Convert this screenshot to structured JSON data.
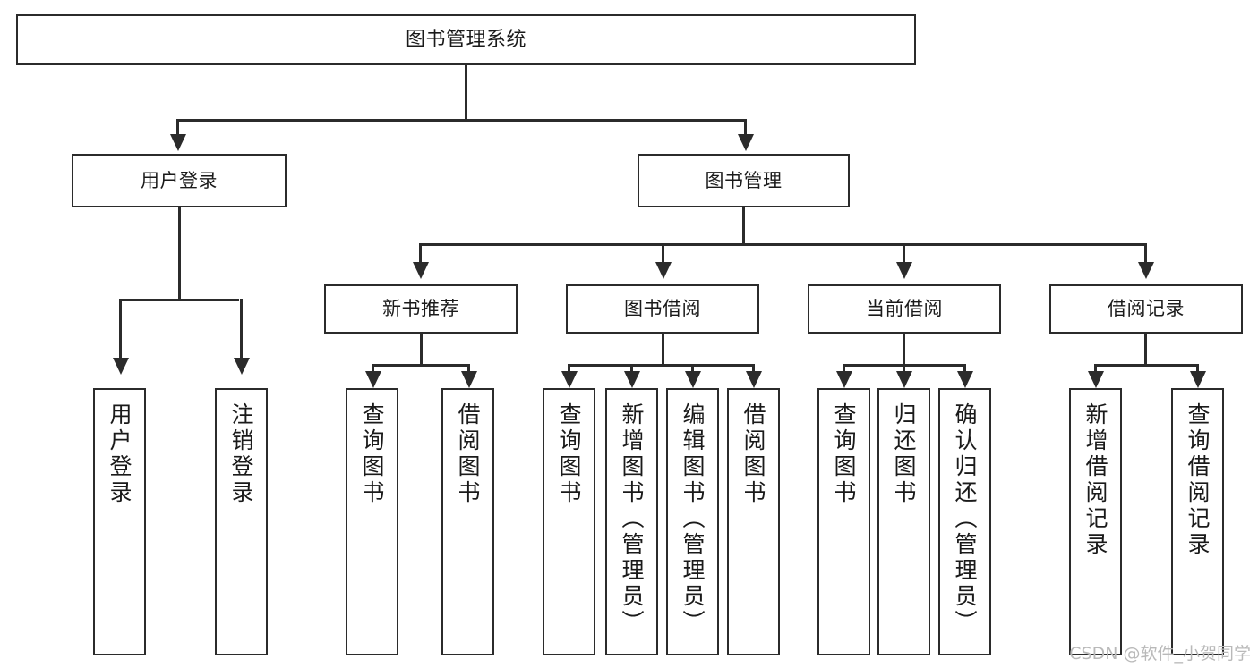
{
  "diagram": {
    "type": "tree-hierarchy",
    "title": "图书管理系统",
    "orientation": "top-down",
    "line_color": "#2b2b2b",
    "box_fill": "#ffffff",
    "text_color": "#1a1a1a"
  },
  "root": {
    "label": "图书管理系统"
  },
  "level1": [
    {
      "label": "用户登录"
    },
    {
      "label": "图书管理"
    }
  ],
  "level2": [
    {
      "label": "新书推荐"
    },
    {
      "label": "图书借阅"
    },
    {
      "label": "当前借阅"
    },
    {
      "label": "借阅记录"
    }
  ],
  "leaves": {
    "user_login": [
      {
        "label": "用户登录"
      },
      {
        "label": "注销登录"
      }
    ],
    "new_book": [
      {
        "label": "查询图书"
      },
      {
        "label": "借阅图书"
      }
    ],
    "borrow_book": [
      {
        "label": "查询图书"
      },
      {
        "label": "新增图书（管理员）"
      },
      {
        "label": "编辑图书（管理员）"
      },
      {
        "label": "借阅图书"
      }
    ],
    "current_borrow": [
      {
        "label": "查询图书"
      },
      {
        "label": "归还图书"
      },
      {
        "label": "确认归还（管理员）"
      }
    ],
    "borrow_record": [
      {
        "label": "新增借阅记录"
      },
      {
        "label": "查询借阅记录"
      }
    ]
  },
  "watermark": {
    "text": "CSDN @软件_小贺同学"
  }
}
